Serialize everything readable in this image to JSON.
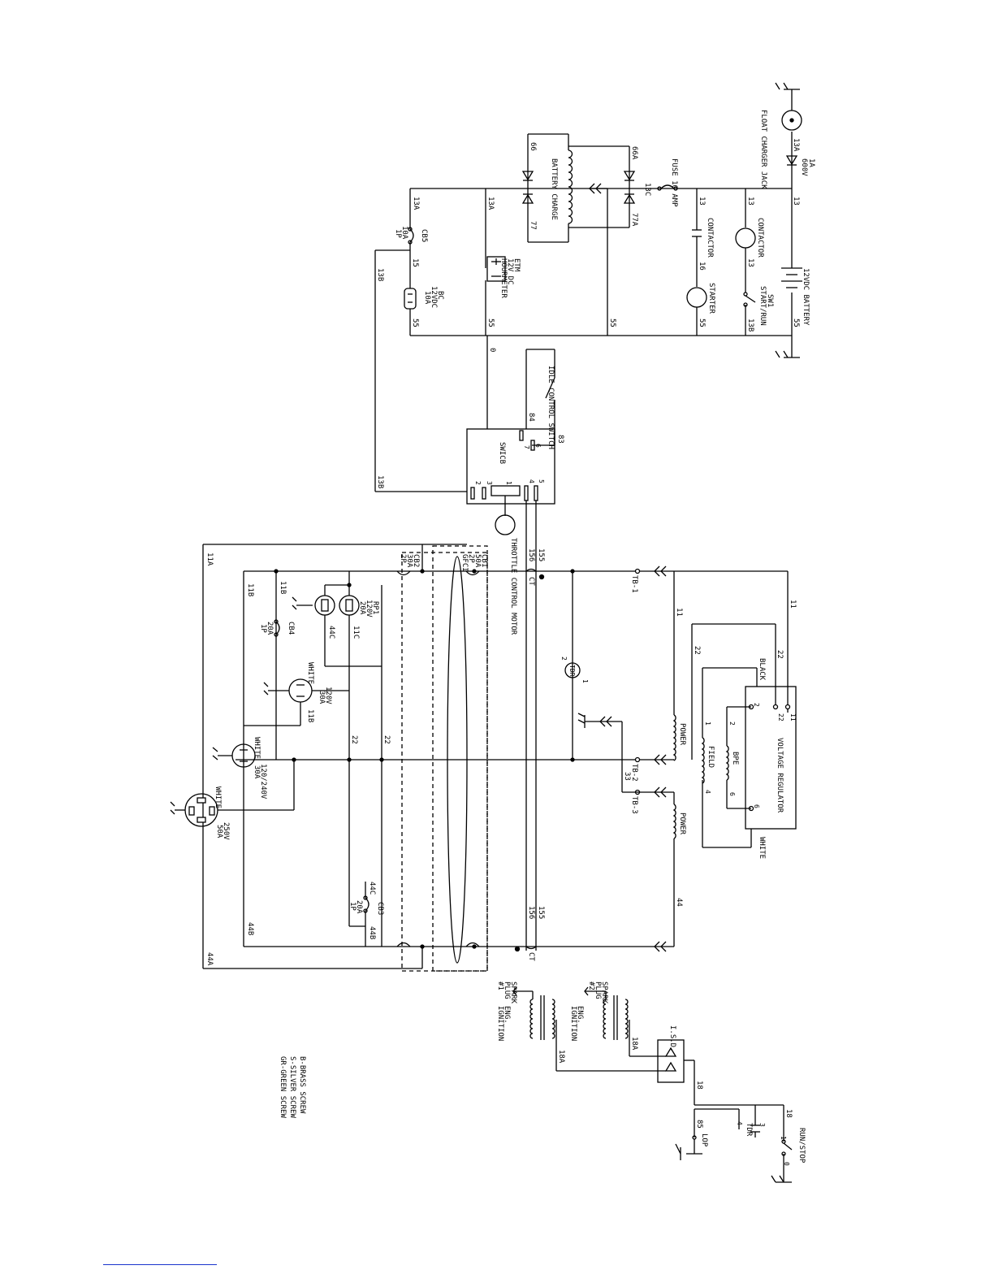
{
  "battery": {
    "label": "12VDC BATTERY"
  },
  "float_charger": {
    "label": "FLOAT CHARGER JACK"
  },
  "diode_1a": {
    "rating": "1A",
    "voltage": "600V"
  },
  "fuse": {
    "label": "FUSE 10 AMP"
  },
  "contactor_coil": {
    "label": "CONTACTOR"
  },
  "contactor_contact": {
    "label": "CONTACTOR"
  },
  "starter": {
    "label": "STARTER"
  },
  "sw1": {
    "name": "SW1",
    "label": "START/RUN"
  },
  "battery_charge": {
    "label": "BATTERY CHARGE"
  },
  "cb5": {
    "name": "CB5",
    "rating": "10A",
    "poles": "1P"
  },
  "etm": {
    "name": "ETM",
    "voltage": "12V DC",
    "label": "HOURMETER"
  },
  "bc": {
    "name": "BC",
    "voltage": "12VDC",
    "rating": "10A"
  },
  "idle_switch": {
    "label": "IDLE CONTROL SWITCH"
  },
  "swicb": {
    "label": "SWICB"
  },
  "throttle_motor": {
    "label": "THROTTLE CONTROL MOTOR"
  },
  "cb1": {
    "name": "CB1",
    "rating": "50A",
    "poles": "2P",
    "type": "GFCI"
  },
  "cb2": {
    "name": "CB2",
    "rating": "30A",
    "poles": "2P"
  },
  "cb3": {
    "name": "CB3",
    "rating": "20A",
    "poles": "1P"
  },
  "cb4": {
    "name": "CB4",
    "rating": "20A",
    "poles": "1P"
  },
  "rp1": {
    "name": "RP1",
    "voltage": "120V",
    "rating": "20A"
  },
  "recept_120v30": {
    "color": "WHITE",
    "voltage": "120V",
    "rating": "30A"
  },
  "recept_120_240": {
    "color": "WHITE",
    "voltage": "120/240V",
    "rating": "30A"
  },
  "recept_250v": {
    "color": "WHITE",
    "voltage": "250V",
    "rating": "50A"
  },
  "tdr": {
    "label": "TDR"
  },
  "voltage_regulator": {
    "label": "VOLTAGE REGULATOR",
    "black": "BLACK",
    "white": "WHITE"
  },
  "windings": {
    "power": "POWER",
    "field": "FIELD",
    "bpe": "BPE"
  },
  "terminals": {
    "tb1": "TB-1",
    "tb2": "TB-2",
    "tb3": "TB-3"
  },
  "ct": "CT",
  "run_stop": {
    "label": "RUN/STOP"
  },
  "tdr_lower": {
    "label": "TDR"
  },
  "lop": {
    "label": "LOP"
  },
  "isd": {
    "label": "I.S.D."
  },
  "ignition": {
    "eng": "ENG.",
    "ignition": "IGNITION",
    "spark": "SPARK",
    "plug": "PLUG",
    "n1": "#1",
    "n2": "#2"
  },
  "legend": {
    "brass": "B-BRASS SCREW",
    "silver": "S-SILVER SCREW",
    "green": "GR-GREEN SCREW"
  },
  "wires": {
    "w13": "13",
    "w13a": "13A",
    "w13b": "13B",
    "w13c": "13C",
    "w15": "15",
    "w16": "16",
    "w55": "55",
    "w66": "66",
    "w66a": "66A",
    "w77": "77",
    "w77a": "77A",
    "w0": "0",
    "w83": "83",
    "w84": "84",
    "w155": "155",
    "w156": "156",
    "w11": "11",
    "w11a": "11A",
    "w11b": "11B",
    "w11c": "11C",
    "w22": "22",
    "w33": "33",
    "w44": "44",
    "w44a": "44A",
    "w44b": "44B",
    "w44c": "44C",
    "w18": "18",
    "w18a": "18A",
    "w85": "85",
    "p1": "1",
    "p2": "2",
    "p3": "3",
    "p4": "4",
    "p5": "5",
    "p6": "6",
    "p7": "7",
    "p9": "9",
    "p22": "22",
    "p11": "11"
  }
}
